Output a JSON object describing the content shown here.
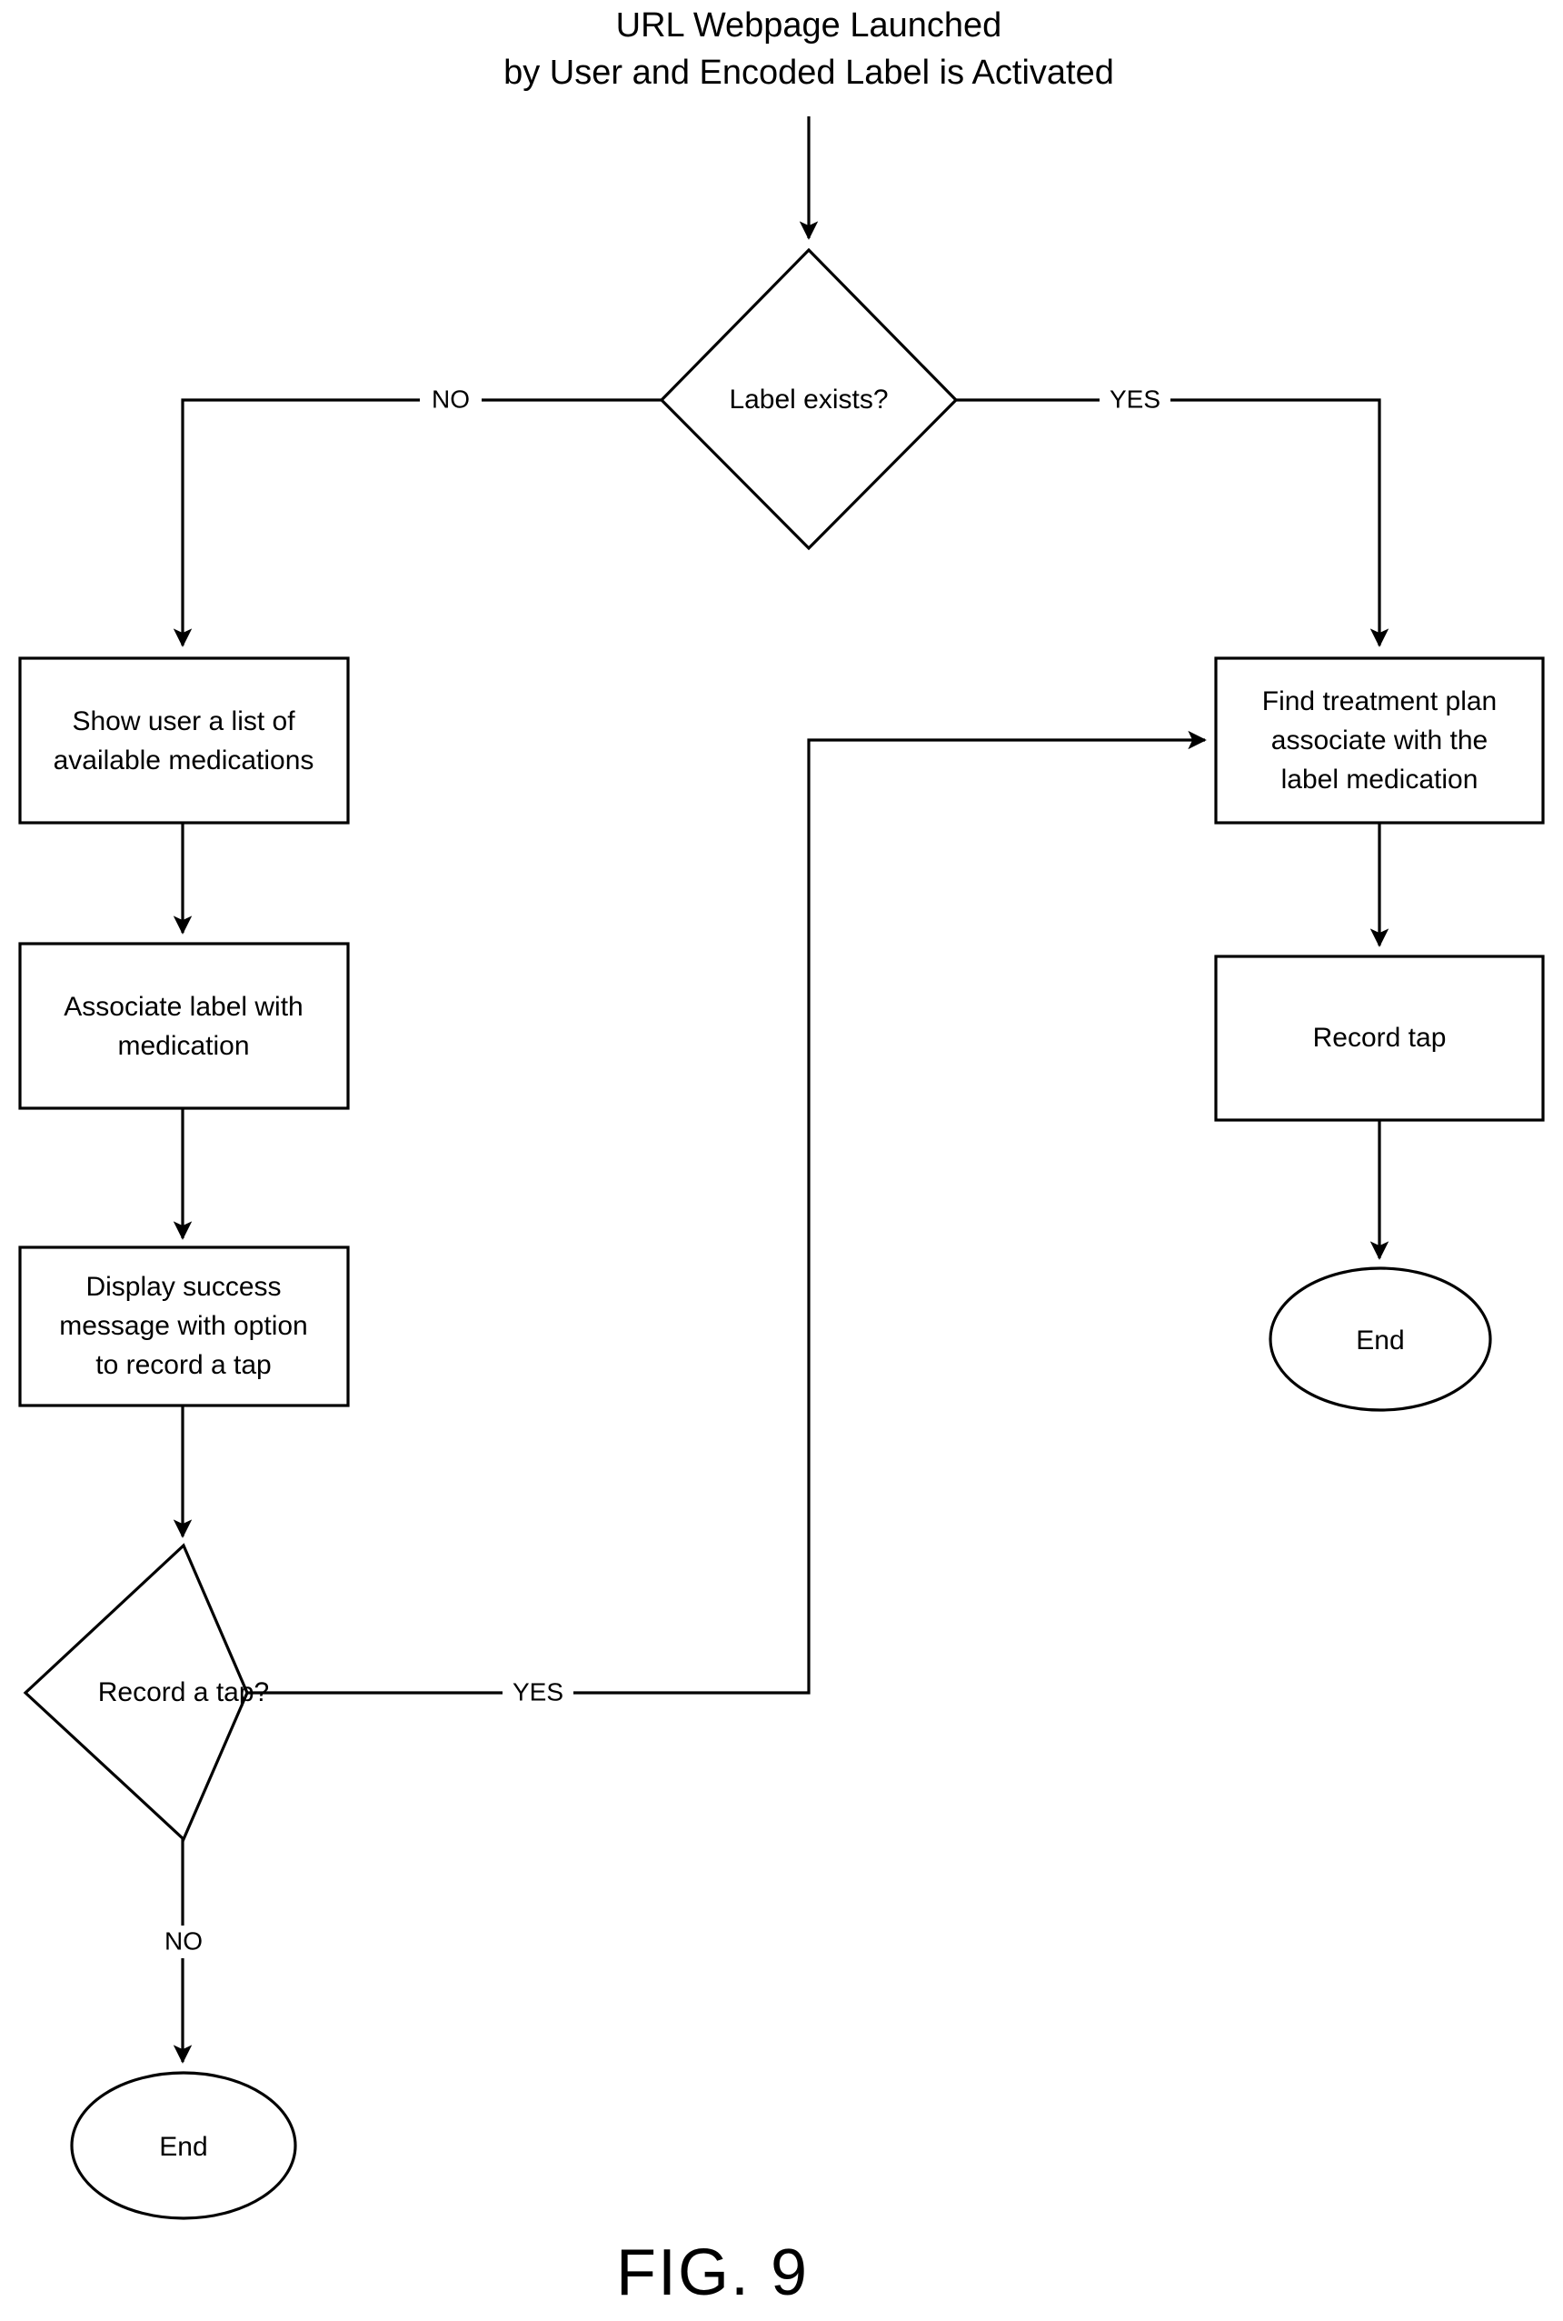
{
  "figure": {
    "caption": "FIG. 9",
    "title_line1": "URL Webpage Launched",
    "title_line2": "by User and Encoded Label is Activated"
  },
  "diagram": {
    "type": "flowchart",
    "nodes": [
      {
        "id": "start",
        "shape": "text",
        "label": "URL Webpage Launched by User and Encoded Label is Activated"
      },
      {
        "id": "label-exists",
        "shape": "diamond",
        "label": "Label exists?"
      },
      {
        "id": "show-medications",
        "shape": "rect",
        "line1": "Show user a list of",
        "line2": "available medications"
      },
      {
        "id": "associate-label",
        "shape": "rect",
        "line1": "Associate label with",
        "line2": "medication"
      },
      {
        "id": "display-success",
        "shape": "rect",
        "line1": "Display success",
        "line2": "message with option",
        "line3": "to record a tap"
      },
      {
        "id": "record-a-tap",
        "shape": "diamond",
        "label": "Record a tap?"
      },
      {
        "id": "end-left",
        "shape": "ellipse",
        "label": "End"
      },
      {
        "id": "find-treatment-plan",
        "shape": "rect",
        "line1": "Find treatment plan",
        "line2": "associate with the",
        "line3": "label medication"
      },
      {
        "id": "record-tap",
        "shape": "rect",
        "label": "Record tap"
      },
      {
        "id": "end-right",
        "shape": "ellipse",
        "label": "End"
      }
    ],
    "edge_labels": {
      "label_exists_no": "NO",
      "label_exists_yes": "YES",
      "record_a_tap_yes": "YES",
      "record_a_tap_no": "NO"
    }
  }
}
